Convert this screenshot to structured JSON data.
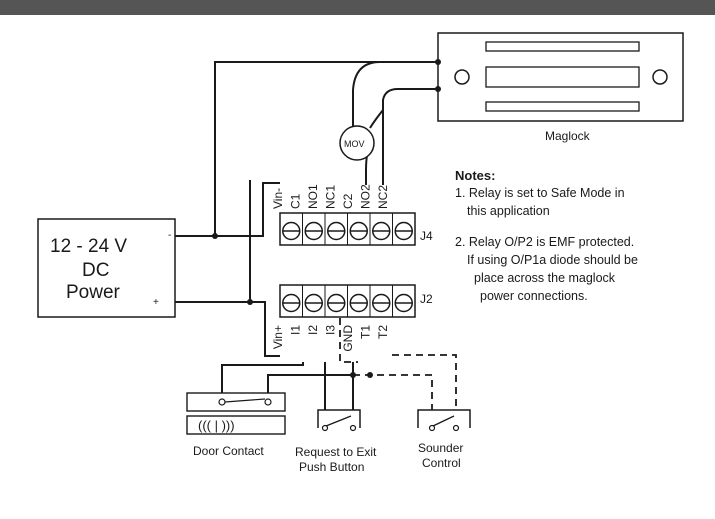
{
  "power": {
    "line1": "12 - 24 V",
    "line2": "DC",
    "line3": "Power",
    "neg": "-",
    "pos": "+"
  },
  "maglock": {
    "label": "Maglock"
  },
  "mov": {
    "label": "MOV"
  },
  "j4": {
    "label": "J4",
    "pins": [
      "Vin-",
      "C1",
      "NO1",
      "NC1",
      "C2",
      "NO2",
      "NC2"
    ]
  },
  "j2": {
    "label": "J2",
    "pins": [
      "Vin+",
      "I1",
      "I2",
      "I3",
      "GND",
      "T1",
      "T2"
    ]
  },
  "notes": {
    "title": "Notes:",
    "lines": [
      "1. Relay is set to Safe Mode in",
      "this application",
      "2. Relay O/P2 is EMF protected.",
      "If using O/P1a diode should be",
      "place across the maglock",
      "power connections."
    ]
  },
  "door_contact": {
    "label": "Door Contact",
    "symbol": "((( | )))"
  },
  "rex": {
    "line1": "Request to Exit",
    "line2": "Push Button"
  },
  "sounder": {
    "line1": "Sounder",
    "line2": "Control"
  },
  "colors": {
    "header": "#555555",
    "line": "#1a1a1a"
  }
}
